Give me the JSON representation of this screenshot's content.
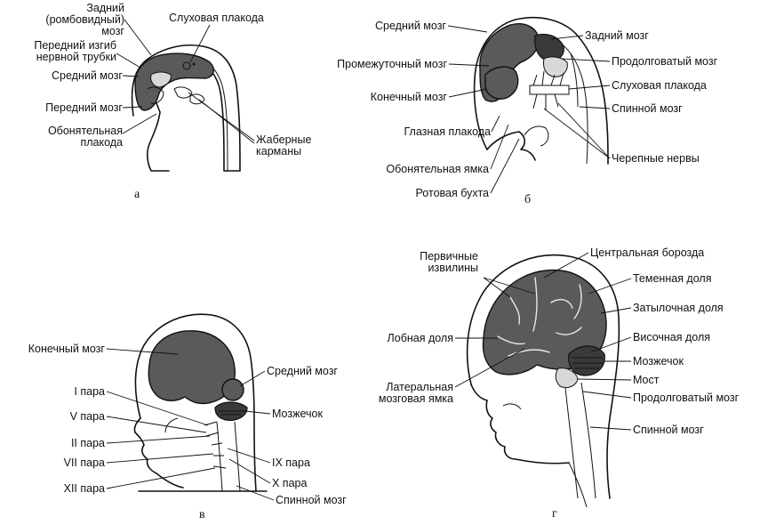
{
  "panels": {
    "a": {
      "letter": "а",
      "labels": {
        "hindbrain": "Задний\n(ромбовидный)\nмозг",
        "otic": "Слуховая плакода",
        "flexure": "Передний изгиб\nнервной трубки",
        "midbrain": "Средний мозг",
        "forebrain": "Передний мозг",
        "olfactory": "Обонятельная\nплакода",
        "gill": "Жаберные\nкарманы"
      }
    },
    "b": {
      "letter": "б",
      "labels": {
        "midbrain": "Средний мозг",
        "diencephalon": "Промежуточный мозг",
        "telencephalon": "Конечный мозг",
        "optic": "Глазная плакода",
        "olfactory_pit": "Обонятельная ямка",
        "stomodeum": "Ротовая бухта",
        "hindbrain": "Задний мозг",
        "medulla": "Продолговатый мозг",
        "otic": "Слуховая плакода",
        "spinal": "Спинной мозг",
        "cranial_nerves": "Черепные нервы"
      }
    },
    "v": {
      "letter": "в",
      "labels": {
        "telencephalon": "Конечный мозг",
        "n1": "I пара",
        "n5": "V пара",
        "n2": "II пара",
        "n7": "VII пара",
        "n12": "XII пара",
        "midbrain": "Средний мозг",
        "cerebellum": "Мозжечок",
        "n9": "IX пара",
        "n10": "X пара",
        "spinal": "Спинной мозг"
      }
    },
    "g": {
      "letter": "г",
      "labels": {
        "primary_gyri": "Первичные\nизвилины",
        "frontal": "Лобная доля",
        "lateral_fossa": "Латеральная\nмозговая ямка",
        "central_sulcus": "Центральная борозда",
        "parietal": "Теменная доля",
        "occipital": "Затылочная доля",
        "temporal": "Височная доля",
        "cerebellum": "Мозжечок",
        "pons": "Мост",
        "medulla": "Продолговатый мозг",
        "spinal": "Спинной мозг"
      }
    }
  }
}
